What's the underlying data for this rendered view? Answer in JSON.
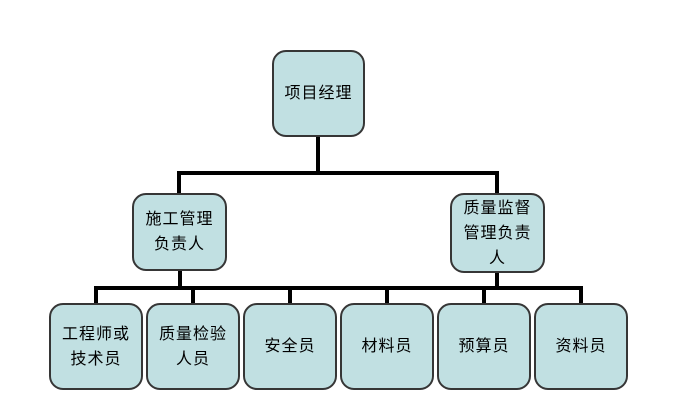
{
  "diagram": {
    "type": "org-chart",
    "colors": {
      "box_fill": "#c1e0e2",
      "box_border": "#363636",
      "line": "#000000",
      "background": "#ffffff"
    },
    "nodes": {
      "root": {
        "label": "项目经理"
      },
      "manager_left": {
        "label": "施工管理\n负责人"
      },
      "manager_right": {
        "label": "质量监督\n管理负责\n人"
      },
      "staff": [
        {
          "label": "工程师或\n技术员"
        },
        {
          "label": "质量检验\n人员"
        },
        {
          "label": "安全员"
        },
        {
          "label": "材料员"
        },
        {
          "label": "预算员"
        },
        {
          "label": "资料员"
        }
      ]
    }
  }
}
